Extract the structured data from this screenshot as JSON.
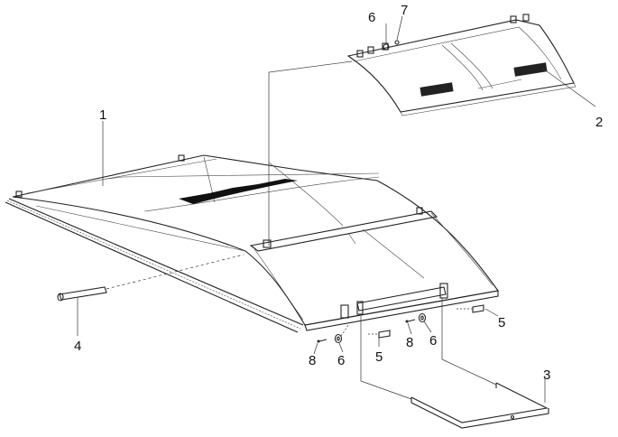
{
  "callouts": [
    {
      "id": "c1",
      "text": "1"
    },
    {
      "id": "c2",
      "text": "2"
    },
    {
      "id": "c3",
      "text": "3"
    },
    {
      "id": "c4",
      "text": "4"
    },
    {
      "id": "c5a",
      "text": "5"
    },
    {
      "id": "c5b",
      "text": "5"
    },
    {
      "id": "c6a",
      "text": "6"
    },
    {
      "id": "c6b",
      "text": "6"
    },
    {
      "id": "c6c",
      "text": "6"
    },
    {
      "id": "c7",
      "text": "7"
    },
    {
      "id": "c8a",
      "text": "8"
    },
    {
      "id": "c8b",
      "text": "8"
    }
  ]
}
